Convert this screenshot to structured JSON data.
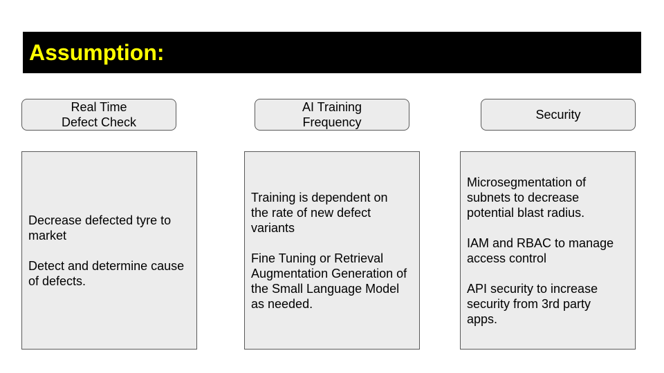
{
  "title": {
    "text": "Assumption:",
    "background_color": "#000000",
    "text_color": "#ffff00"
  },
  "box_fill_color": "#ececec",
  "box_border_color": "#595959",
  "columns": [
    {
      "header_lines": [
        "Real Time",
        "Defect Check"
      ],
      "paragraphs": [
        [
          "Decrease defected tyre to",
          "market"
        ],
        [
          "Detect and determine cause",
          "of defects."
        ]
      ]
    },
    {
      "header_lines": [
        "AI Training",
        "Frequency"
      ],
      "paragraphs": [
        [
          "Training is dependent on",
          "the rate of new defect",
          "variants"
        ],
        [
          "Fine Tuning or Retrieval",
          "Augmentation Generation of",
          "the Small Language Model",
          "as needed."
        ]
      ]
    },
    {
      "header_lines": [
        "Security"
      ],
      "paragraphs": [
        [
          "Microsegmentation of",
          "subnets to decrease",
          "potential blast radius."
        ],
        [
          "IAM and RBAC to manage",
          "access control"
        ],
        [
          "API security to increase",
          "security from 3rd party",
          "apps."
        ]
      ]
    }
  ]
}
